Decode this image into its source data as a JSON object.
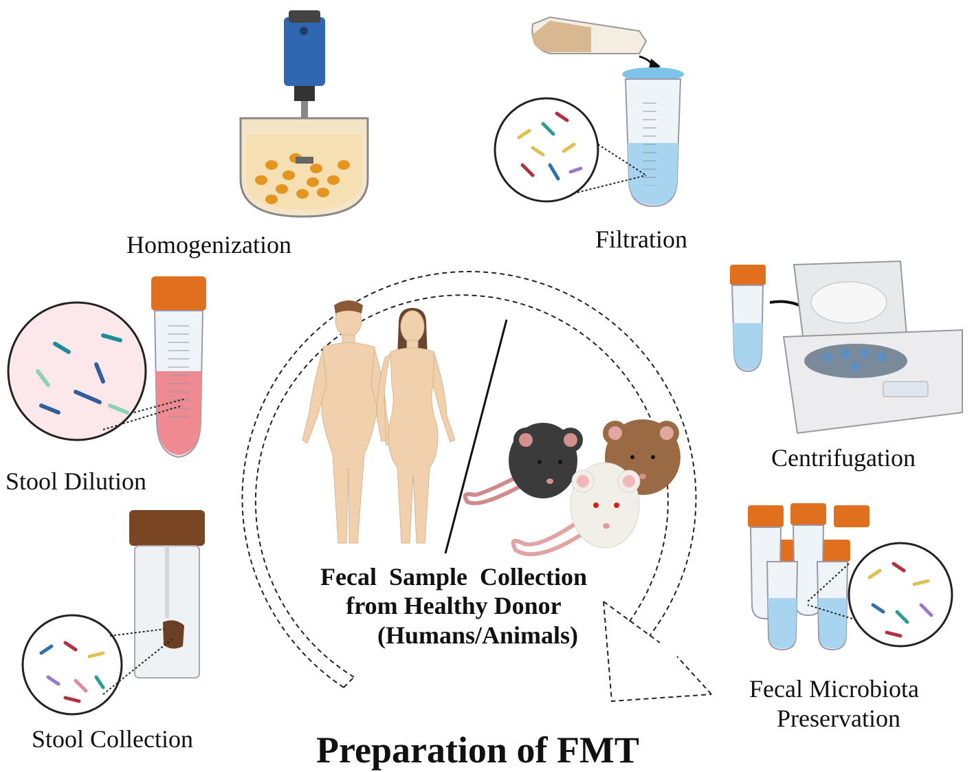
{
  "title": "Preparation of FMT",
  "center": {
    "line1": "Fecal  Sample  Collection",
    "line2": "from Healthy Donor",
    "line3": "(Humans/Animals)"
  },
  "steps": {
    "homogenization": "Homogenization",
    "filtration": "Filtration",
    "centrifugation": "Centrifugation",
    "stool_dilution": "Stool Dilution",
    "stool_collection": "Stool Collection",
    "preservation_line1": "Fecal Microbiota",
    "preservation_line2": "Preservation"
  },
  "colors": {
    "tube_cap": "#e0701e",
    "tube_body": "#e8eef4",
    "liquid_blue": "#a8d4f0",
    "liquid_pink": "#f08a92",
    "skin": "#f1d0ad",
    "rat_black": "#3b3b3b",
    "rat_brown": "#9a6a44",
    "rat_white": "#f2efe9",
    "blender_blue": "#2f67b0",
    "stool_brown": "#6b3e26"
  }
}
